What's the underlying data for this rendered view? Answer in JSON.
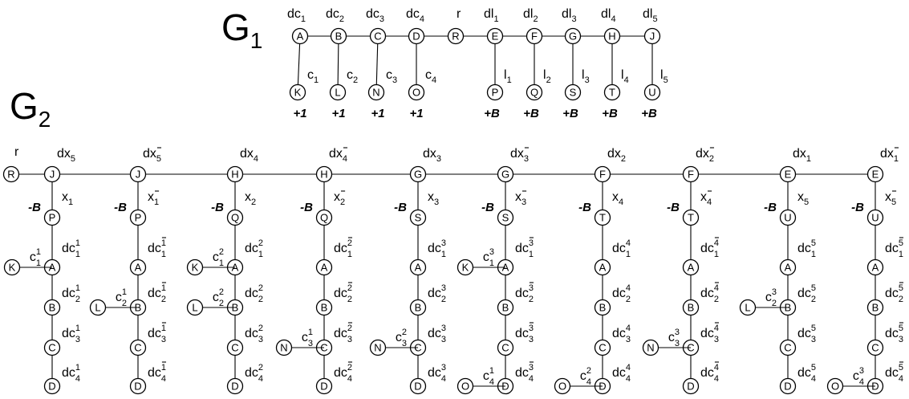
{
  "graphs": [
    {
      "title": "G",
      "title_sub": "1",
      "nodes": [
        "A",
        "B",
        "C",
        "D",
        "R",
        "E",
        "F",
        "G",
        "H",
        "J",
        "K",
        "L",
        "N",
        "O",
        "P",
        "Q",
        "S",
        "T",
        "U"
      ],
      "edge_labels": [
        {
          "base": "dc",
          "sub": "1"
        },
        {
          "base": "dc",
          "sub": "2"
        },
        {
          "base": "dc",
          "sub": "3"
        },
        {
          "base": "dc",
          "sub": "4"
        },
        {
          "base": "r",
          "sub": ""
        },
        {
          "base": "dl",
          "sub": "1"
        },
        {
          "base": "dl",
          "sub": "2"
        },
        {
          "base": "dl",
          "sub": "3"
        },
        {
          "base": "dl",
          "sub": "4"
        },
        {
          "base": "dl",
          "sub": "5"
        },
        {
          "base": "c",
          "sub": "1"
        },
        {
          "base": "c",
          "sub": "2"
        },
        {
          "base": "c",
          "sub": "3"
        },
        {
          "base": "c",
          "sub": "4"
        },
        {
          "base": "l",
          "sub": "1"
        },
        {
          "base": "l",
          "sub": "2"
        },
        {
          "base": "l",
          "sub": "3"
        },
        {
          "base": "l",
          "sub": "4"
        },
        {
          "base": "l",
          "sub": "5"
        }
      ],
      "weights": [
        "+1",
        "+1",
        "+1",
        "+1",
        "+B",
        "+B",
        "+B",
        "+B",
        "+B"
      ]
    },
    {
      "title": "G",
      "title_sub": "2",
      "root": "R",
      "root_label": "r",
      "columns": [
        {
          "top": "J",
          "top_label": {
            "base": "dx",
            "sub": "5",
            "bar": false
          },
          "mid": "P",
          "mid_label": {
            "base": "x",
            "sub": "1",
            "bar": false
          },
          "weight": "-B",
          "chain": [
            {
              "base": "dc",
              "sub": "1",
              "sup": "1",
              "bar": false
            },
            {
              "base": "dc",
              "sub": "2",
              "sup": "1",
              "bar": false
            },
            {
              "base": "dc",
              "sub": "3",
              "sup": "1",
              "bar": false
            },
            {
              "base": "dc",
              "sub": "4",
              "sup": "1",
              "bar": false
            }
          ],
          "side": {
            "at": "A",
            "node": "K",
            "label": {
              "base": "c",
              "sub": "1",
              "sup": "1"
            }
          }
        },
        {
          "top": "J",
          "top_label": {
            "base": "dx",
            "sub": "5",
            "bar": true
          },
          "mid": "P",
          "mid_label": {
            "base": "x",
            "sub": "1",
            "bar": true
          },
          "weight": "-B",
          "chain": [
            {
              "base": "dc",
              "sub": "1",
              "sup": "1",
              "bar": true
            },
            {
              "base": "dc",
              "sub": "2",
              "sup": "1",
              "bar": true
            },
            {
              "base": "dc",
              "sub": "3",
              "sup": "1",
              "bar": true
            },
            {
              "base": "dc",
              "sub": "4",
              "sup": "1",
              "bar": true
            }
          ],
          "side": {
            "at": "B",
            "node": "L",
            "label": {
              "base": "c",
              "sub": "2",
              "sup": "1"
            }
          }
        },
        {
          "top": "H",
          "top_label": {
            "base": "dx",
            "sub": "4",
            "bar": false
          },
          "mid": "Q",
          "mid_label": {
            "base": "x",
            "sub": "2",
            "bar": false
          },
          "weight": "-B",
          "chain": [
            {
              "base": "dc",
              "sub": "1",
              "sup": "2",
              "bar": false
            },
            {
              "base": "dc",
              "sub": "2",
              "sup": "2",
              "bar": false
            },
            {
              "base": "dc",
              "sub": "3",
              "sup": "2",
              "bar": false
            },
            {
              "base": "dc",
              "sub": "4",
              "sup": "2",
              "bar": false
            }
          ],
          "side": {
            "at": "A",
            "node": "K",
            "label": {
              "base": "c",
              "sub": "1",
              "sup": "2"
            }
          },
          "side2": {
            "at": "B",
            "node": "L",
            "label": {
              "base": "c",
              "sub": "2",
              "sup": "2"
            }
          }
        },
        {
          "top": "H",
          "top_label": {
            "base": "dx",
            "sub": "4",
            "bar": true
          },
          "mid": "Q",
          "mid_label": {
            "base": "x",
            "sub": "2",
            "bar": true
          },
          "weight": "-B",
          "chain": [
            {
              "base": "dc",
              "sub": "1",
              "sup": "2",
              "bar": true
            },
            {
              "base": "dc",
              "sub": "2",
              "sup": "2",
              "bar": true
            },
            {
              "base": "dc",
              "sub": "3",
              "sup": "2",
              "bar": true
            },
            {
              "base": "dc",
              "sub": "4",
              "sup": "2",
              "bar": true
            }
          ],
          "side": {
            "at": "C",
            "node": "N",
            "label": {
              "base": "c",
              "sub": "3",
              "sup": "1"
            }
          }
        },
        {
          "top": "G",
          "top_label": {
            "base": "dx",
            "sub": "3",
            "bar": false
          },
          "mid": "S",
          "mid_label": {
            "base": "x",
            "sub": "3",
            "bar": false
          },
          "weight": "-B",
          "chain": [
            {
              "base": "dc",
              "sub": "1",
              "sup": "3",
              "bar": false
            },
            {
              "base": "dc",
              "sub": "2",
              "sup": "3",
              "bar": false
            },
            {
              "base": "dc",
              "sub": "3",
              "sup": "3",
              "bar": false
            },
            {
              "base": "dc",
              "sub": "4",
              "sup": "3",
              "bar": false
            }
          ],
          "side": {
            "at": "C",
            "node": "N",
            "label": {
              "base": "c",
              "sub": "3",
              "sup": "2"
            }
          }
        },
        {
          "top": "G",
          "top_label": {
            "base": "dx",
            "sub": "3",
            "bar": true
          },
          "mid": "S",
          "mid_label": {
            "base": "x",
            "sub": "3",
            "bar": true
          },
          "weight": "-B",
          "chain": [
            {
              "base": "dc",
              "sub": "1",
              "sup": "3",
              "bar": true
            },
            {
              "base": "dc",
              "sub": "2",
              "sup": "3",
              "bar": true
            },
            {
              "base": "dc",
              "sub": "3",
              "sup": "3",
              "bar": true
            },
            {
              "base": "dc",
              "sub": "4",
              "sup": "3",
              "bar": true
            }
          ],
          "side": {
            "at": "A",
            "node": "K",
            "label": {
              "base": "c",
              "sub": "1",
              "sup": "3"
            }
          },
          "side2": {
            "at": "D",
            "node": "O",
            "label": {
              "base": "c",
              "sub": "4",
              "sup": "1"
            }
          }
        },
        {
          "top": "F",
          "top_label": {
            "base": "dx",
            "sub": "2",
            "bar": false
          },
          "mid": "T",
          "mid_label": {
            "base": "x",
            "sub": "4",
            "bar": false
          },
          "weight": "-B",
          "chain": [
            {
              "base": "dc",
              "sub": "1",
              "sup": "4",
              "bar": false
            },
            {
              "base": "dc",
              "sub": "2",
              "sup": "4",
              "bar": false
            },
            {
              "base": "dc",
              "sub": "3",
              "sup": "4",
              "bar": false
            },
            {
              "base": "dc",
              "sub": "4",
              "sup": "4",
              "bar": false
            }
          ],
          "side": {
            "at": "D",
            "node": "O",
            "label": {
              "base": "c",
              "sub": "4",
              "sup": "2"
            }
          }
        },
        {
          "top": "F",
          "top_label": {
            "base": "dx",
            "sub": "2",
            "bar": true
          },
          "mid": "T",
          "mid_label": {
            "base": "x",
            "sub": "4",
            "bar": true
          },
          "weight": "-B",
          "chain": [
            {
              "base": "dc",
              "sub": "1",
              "sup": "4",
              "bar": true
            },
            {
              "base": "dc",
              "sub": "2",
              "sup": "4",
              "bar": true
            },
            {
              "base": "dc",
              "sub": "3",
              "sup": "4",
              "bar": true
            },
            {
              "base": "dc",
              "sub": "4",
              "sup": "4",
              "bar": true
            }
          ],
          "side": {
            "at": "C",
            "node": "N",
            "label": {
              "base": "c",
              "sub": "3",
              "sup": "3"
            }
          }
        },
        {
          "top": "E",
          "top_label": {
            "base": "dx",
            "sub": "1",
            "bar": false
          },
          "mid": "U",
          "mid_label": {
            "base": "x",
            "sub": "5",
            "bar": false
          },
          "weight": "-B",
          "chain": [
            {
              "base": "dc",
              "sub": "1",
              "sup": "5",
              "bar": false
            },
            {
              "base": "dc",
              "sub": "2",
              "sup": "5",
              "bar": false
            },
            {
              "base": "dc",
              "sub": "3",
              "sup": "5",
              "bar": false
            },
            {
              "base": "dc",
              "sub": "4",
              "sup": "5",
              "bar": false
            }
          ],
          "side": {
            "at": "B",
            "node": "L",
            "label": {
              "base": "c",
              "sub": "2",
              "sup": "3"
            }
          }
        },
        {
          "top": "E",
          "top_label": {
            "base": "dx",
            "sub": "1",
            "bar": true
          },
          "mid": "U",
          "mid_label": {
            "base": "x",
            "sub": "5",
            "bar": true
          },
          "weight": "-B",
          "chain": [
            {
              "base": "dc",
              "sub": "1",
              "sup": "5",
              "bar": true
            },
            {
              "base": "dc",
              "sub": "2",
              "sup": "5",
              "bar": true
            },
            {
              "base": "dc",
              "sub": "3",
              "sup": "5",
              "bar": true
            },
            {
              "base": "dc",
              "sub": "4",
              "sup": "5",
              "bar": true
            }
          ],
          "side": {
            "at": "D",
            "node": "O",
            "label": {
              "base": "c",
              "sub": "4",
              "sup": "3"
            }
          }
        }
      ]
    }
  ]
}
